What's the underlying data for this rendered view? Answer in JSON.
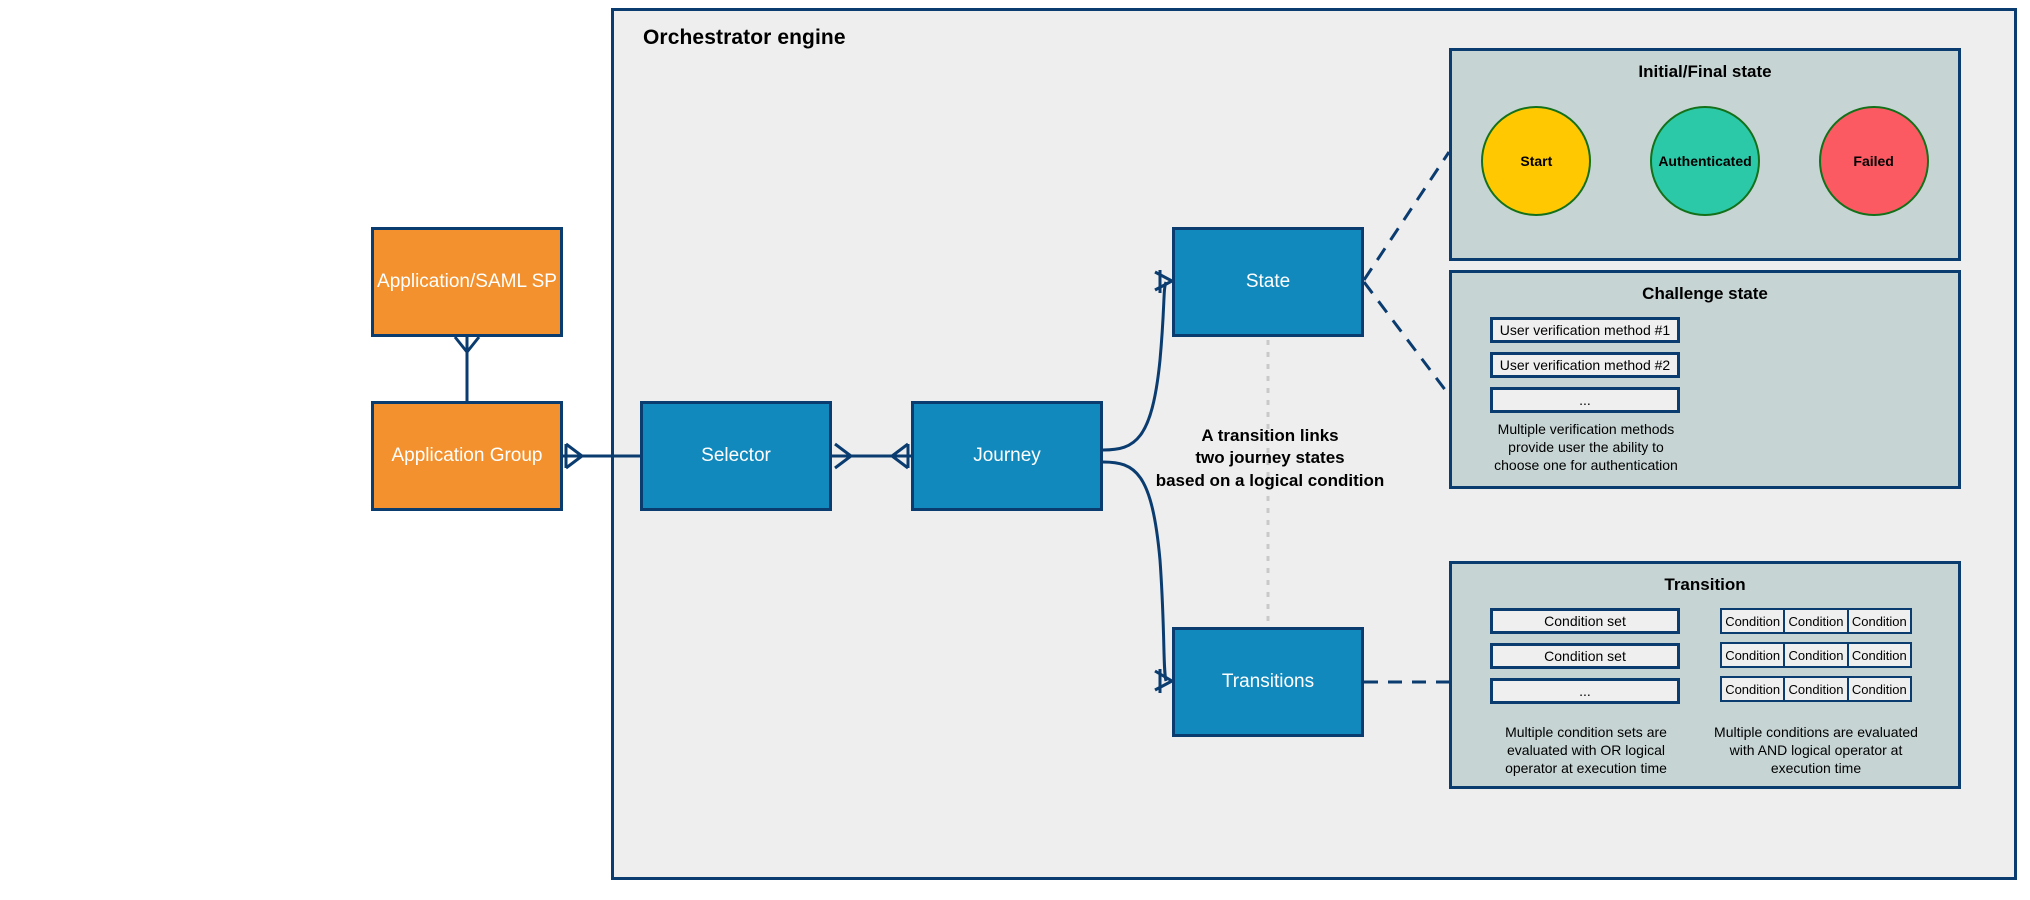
{
  "diagram": {
    "title": "Orchestrator engine"
  },
  "entities": {
    "app_saml": "Application/SAML SP",
    "app_group": "Application Group",
    "selector": "Selector",
    "journey": "Journey",
    "state": "State",
    "transitions": "Transitions"
  },
  "annotations": {
    "transition_note_line1": "A transition links",
    "transition_note_line2": "two journey states",
    "transition_note_line3": "based on a logical condition"
  },
  "panels": {
    "initial_final": {
      "title": "Initial/Final state",
      "circles": [
        {
          "label": "Start",
          "color": "#FFC800"
        },
        {
          "label": "Authenticated",
          "color": "#2BC9A8"
        },
        {
          "label": "Failed",
          "color": "#FC5A63"
        }
      ]
    },
    "challenge": {
      "title": "Challenge state",
      "methods": [
        "User verification method #1",
        "User verification method #2",
        "..."
      ],
      "note_line1": "Multiple verification methods",
      "note_line2": "provide user the ability to",
      "note_line3": "choose one for authentication"
    },
    "transition": {
      "title": "Transition",
      "condition_sets": [
        "Condition set",
        "Condition set",
        "..."
      ],
      "condition_set_note_line1": "Multiple condition sets are",
      "condition_set_note_line2": "evaluated with OR logical",
      "condition_set_note_line3": "operator at execution time",
      "conditions_grid": [
        [
          "Condition",
          "Condition",
          "Condition"
        ],
        [
          "Condition",
          "Condition",
          "Condition"
        ],
        [
          "Condition",
          "Condition",
          "Condition"
        ]
      ],
      "conditions_note_line1": "Multiple conditions are evaluated",
      "conditions_note_line2": "with AND logical operator at",
      "conditions_note_line3": "execution time"
    }
  },
  "colors": {
    "entity_orange": "#F2912D",
    "entity_blue": "#1289BD",
    "border_navy": "#0B3C70",
    "panel_bg": "#C7D4D4",
    "container_bg": "#EEEEEE",
    "circle_border_green": "#14711A"
  }
}
